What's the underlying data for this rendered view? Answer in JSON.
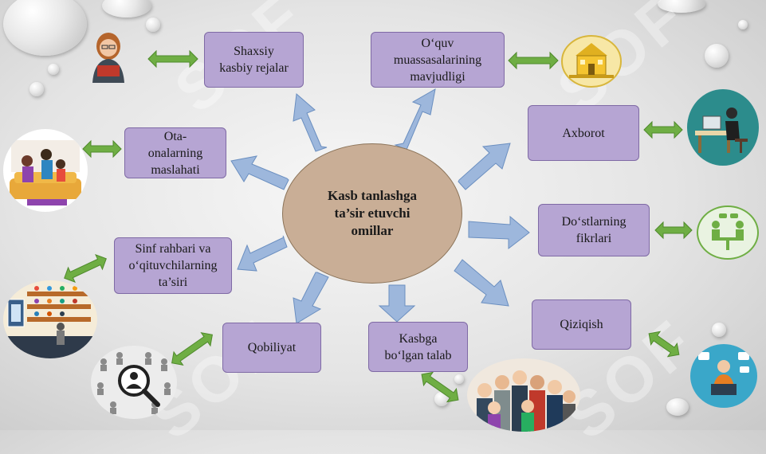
{
  "center": {
    "line1": "Kasb tanlashga",
    "line2": "ta’sir etuvchi",
    "line3": "omillar"
  },
  "factors": {
    "shaxsiy": [
      "Shaxsiy",
      "kasbiy rejalar"
    ],
    "oquv": [
      "O‘quv",
      "muassasalarining",
      "mavjudligi"
    ],
    "axborot": [
      "Axborot"
    ],
    "ota": [
      "Ota-",
      "onalarning",
      "maslahati"
    ],
    "dostlar": [
      "Do‘stlarning",
      "fikrlari"
    ],
    "sinf": [
      "Sinf rahbari va",
      "o‘qituvchilarning",
      "ta’siri"
    ],
    "qiziqish": [
      "Qiziqish"
    ],
    "qobiliyat": [
      "Qobiliyat"
    ],
    "talab": [
      "Kasbga",
      "bo‘lgan talab"
    ]
  },
  "watermark": "SOF",
  "colors": {
    "box": "#b6a5d3",
    "center": "#c9ae96",
    "arrow_blue": "#9db7dc",
    "arrow_green": "#6fae44"
  },
  "icons": [
    "teacher-woman-icon",
    "school-building-icon",
    "computer-user-icon",
    "family-icon",
    "friends-meeting-icon",
    "classroom-icon",
    "talent-search-icon",
    "crowd-people-icon",
    "laptop-person-icon"
  ]
}
